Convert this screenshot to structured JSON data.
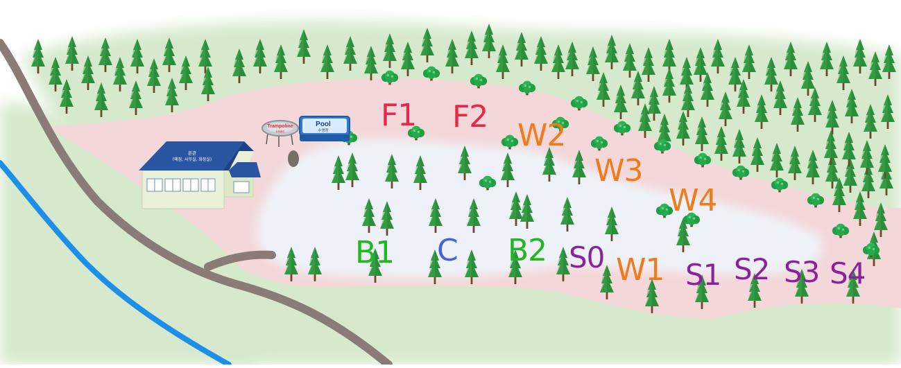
{
  "map": {
    "sites": [
      {
        "id": "F1",
        "label": "F1",
        "color": "#e5284c"
      },
      {
        "id": "F2",
        "label": "F2",
        "color": "#e5284c"
      },
      {
        "id": "W2",
        "label": "W2",
        "color": "#ee7c1c"
      },
      {
        "id": "W3",
        "label": "W3",
        "color": "#ee7c1c"
      },
      {
        "id": "W4",
        "label": "W4",
        "color": "#ee7c1c"
      },
      {
        "id": "W1",
        "label": "W1",
        "color": "#ee7c1c"
      },
      {
        "id": "B1",
        "label": "B1",
        "color": "#1fb81f"
      },
      {
        "id": "B2",
        "label": "B2",
        "color": "#1fb81f"
      },
      {
        "id": "C",
        "label": "C",
        "color": "#4a62d8"
      },
      {
        "id": "S0",
        "label": "S0",
        "color": "#8a22a0"
      },
      {
        "id": "S1",
        "label": "S1",
        "color": "#8a22a0"
      },
      {
        "id": "S2",
        "label": "S2",
        "color": "#8a22a0"
      },
      {
        "id": "S3",
        "label": "S3",
        "color": "#8a22a0"
      },
      {
        "id": "S4",
        "label": "S4",
        "color": "#8a22a0"
      }
    ],
    "main_building": {
      "title": "본관",
      "subtitle": "(매점, 사무실, 화장실)"
    },
    "pool": {
      "title": "Pool",
      "subtitle": "수영장"
    },
    "trampoline": {
      "title": "Trampoline",
      "subtitle": "트램폴린"
    },
    "colors": {
      "grass": "#d6e9cd",
      "ground": "#f4d8d9",
      "clearing": "#eef2f8",
      "river": "#1e8fe8",
      "road": "#8a7b76",
      "tree": "#2c8e3c",
      "roof": "#2a55a0"
    }
  }
}
